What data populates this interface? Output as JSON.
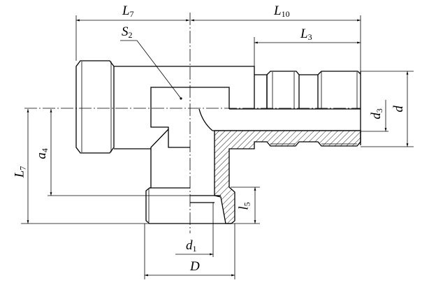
{
  "labels": {
    "L7_top": {
      "base": "L",
      "sub": "7"
    },
    "L10": {
      "base": "L",
      "sub": "10"
    },
    "L3": {
      "base": "L",
      "sub": "3"
    },
    "S2": {
      "base": "S",
      "sub": "2"
    },
    "a4": {
      "base": "a",
      "sub": "4"
    },
    "L7_left": {
      "base": "L",
      "sub": "7"
    },
    "d3": {
      "base": "d",
      "sub": "3"
    },
    "d": {
      "base": "d",
      "sub": ""
    },
    "l5": {
      "base": "l",
      "sub": "5"
    },
    "d1": {
      "base": "d",
      "sub": "1"
    },
    "D": {
      "base": "D",
      "sub": ""
    }
  }
}
